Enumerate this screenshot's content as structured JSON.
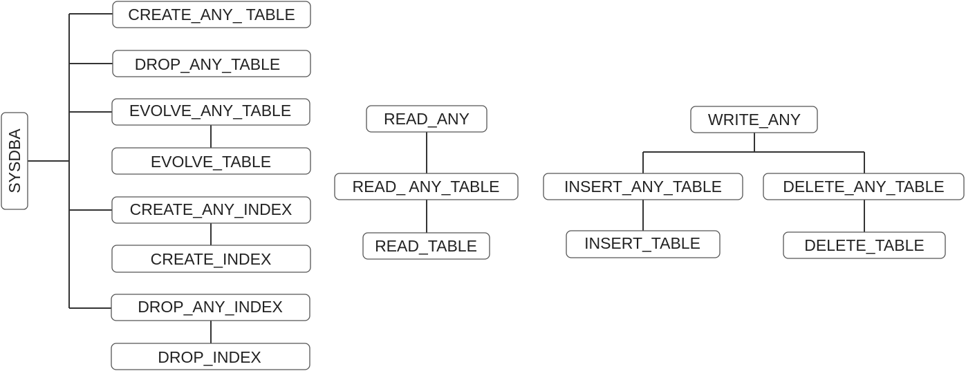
{
  "sysdba": {
    "label": "SYSDBA",
    "privileges": {
      "create_any_table": "CREATE_ANY_ TABLE",
      "drop_any_table": "DROP_ANY_TABLE",
      "evolve_any_table": "EVOLVE_ANY_TABLE",
      "evolve_table": "EVOLVE_TABLE",
      "create_any_index": "CREATE_ANY_INDEX",
      "create_index": "CREATE_INDEX",
      "drop_any_index": "DROP_ANY_INDEX",
      "drop_index": "DROP_INDEX"
    }
  },
  "read_group": {
    "read_any": "READ_ANY",
    "read_any_table": "READ_ ANY_TABLE",
    "read_table": "READ_TABLE"
  },
  "write_group": {
    "write_any": "WRITE_ANY",
    "insert_any_table": "INSERT_ANY_TABLE",
    "insert_table": "INSERT_TABLE",
    "delete_any_table": "DELETE_ANY_TABLE",
    "delete_table": "DELETE_TABLE"
  }
}
